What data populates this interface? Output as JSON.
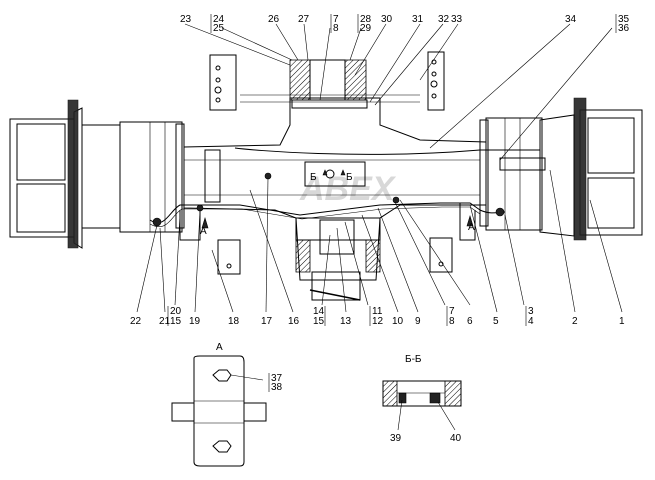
{
  "callouts_top": [
    "23",
    "24",
    "25",
    "26",
    "27",
    "7",
    "8",
    "28",
    "29",
    "30",
    "31",
    "32",
    "33",
    "34",
    "35",
    "36"
  ],
  "callouts_bottom": [
    "22",
    "21",
    "20",
    "15",
    "19",
    "18",
    "17",
    "16",
    "14",
    "15",
    "13",
    "11",
    "12",
    "10",
    "9",
    "7",
    "8",
    "6",
    "5",
    "3",
    "4",
    "2",
    "1"
  ],
  "section_markers": {
    "a_left": "А",
    "a_right": "А",
    "b_left": "Б",
    "b_right": "Б"
  },
  "view_a": {
    "title": "А",
    "callout_1": "37",
    "callout_2": "38"
  },
  "section_bb": {
    "title": "Б-Б",
    "callout_1": "39",
    "callout_2": "40"
  },
  "watermark": "ABEX"
}
